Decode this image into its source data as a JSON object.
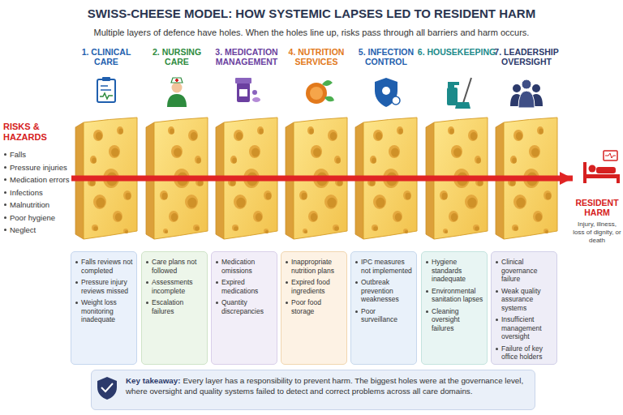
{
  "diagram": {
    "title": "SWISS-CHEESE MODEL: HOW SYSTEMIC LAPSES LED TO RESIDENT HARM",
    "nodes": [
      {
        "text": [
          "RISKS & HAZARDS",
          "Falls",
          "Pressure injuries",
          "Medication errors",
          "Infections",
          "Malnutrition",
          "Poor hygiene",
          "Neglect"
        ]
      },
      {
        "text": [
          "1. CLINICAL CARE"
        ]
      },
      {
        "text": [
          "2. NURSING CARE"
        ]
      },
      {
        "text": [
          "3. MEDICATION MANAGEMENT"
        ]
      },
      {
        "text": [
          "4. NUTRITION SERVICES"
        ]
      },
      {
        "text": [
          "5. INFECTION CONTROL"
        ]
      },
      {
        "text": [
          "6. HOUSEKEEPING"
        ]
      },
      {
        "text": [
          "7. LEADERSHIP OVERSIGHT"
        ]
      },
      {
        "text": [
          "RESIDENT HARM",
          "Injury, illness, loss of dignity, or death"
        ]
      },
      {
        "text": [
          "Falls reviews not completed",
          "Pressure injury reviews missed",
          "Weight loss monitoring inadequate"
        ]
      },
      {
        "text": [
          "Care plans not followed",
          "Assessments incomplete",
          "Escalation failures"
        ]
      },
      {
        "text": [
          "Medication omissions",
          "Expired medications",
          "Quantity discrepancies"
        ]
      },
      {
        "text": [
          "Inappropriate nutrition plans",
          "Expired food ingredients",
          "Poor food storage"
        ]
      },
      {
        "text": [
          "IPC measures not implemented",
          "Outbreak prevention weaknesses",
          "Poor surveillance"
        ]
      },
      {
        "text": [
          "Hygiene standards inadequate",
          "Environmental sanitation lapses",
          "Cleaning oversight failures"
        ]
      },
      {
        "text": [
          "Clinical governance failure",
          "Weak quality assurance systems",
          "Insufficient management oversight",
          "Failure of key office holders"
        ]
      },
      {
        "text": [
          "Key takeaway:",
          "Every layer has a responsibility to prevent harm. The biggest holes were at the governance level, where oversight and quality systems failed to detect and correct problems across all care domains."
        ]
      }
    ],
    "edges": [
      {
        "from": 0,
        "to": 1,
        "arrow": "none"
      },
      {
        "from": 1,
        "to": 2,
        "arrow": "none"
      },
      {
        "from": 2,
        "to": 3,
        "arrow": "none"
      },
      {
        "from": 3,
        "to": 4,
        "arrow": "none"
      },
      {
        "from": 4,
        "to": 5,
        "arrow": "none"
      },
      {
        "from": 5,
        "to": 6,
        "arrow": "none"
      },
      {
        "from": 6,
        "to": 7,
        "arrow": "none"
      },
      {
        "from": 7,
        "to": 8,
        "arrow": "to"
      }
    ],
    "labels": [
      "Multiple layers of defence have holes. When the holes line up, risks pass through all barriers and harm occurs."
    ]
  }
}
